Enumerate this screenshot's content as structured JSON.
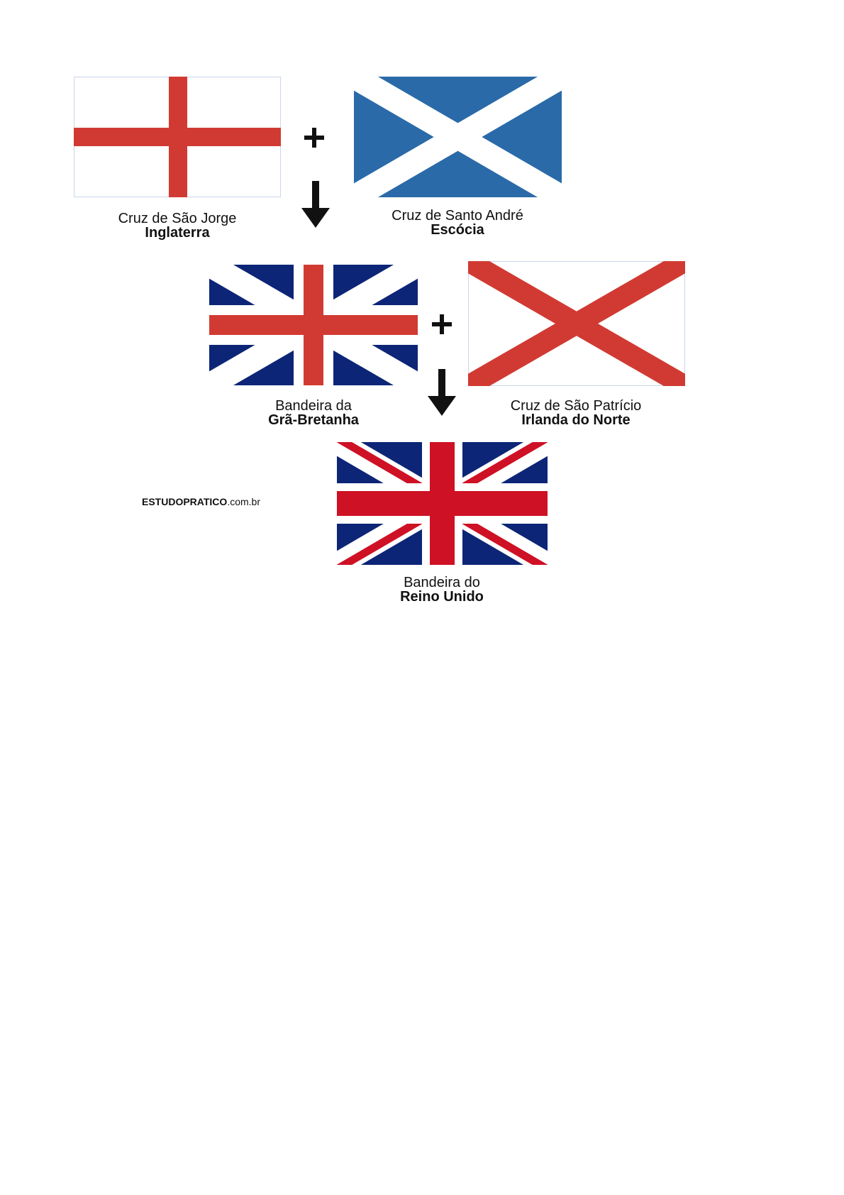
{
  "colors": {
    "red": "#D13A32",
    "saltire_blue": "#2A6AA8",
    "union_blue": "#0C2576",
    "uk_red": "#CE1124",
    "border": "#C9D6E8",
    "text": "#111111"
  },
  "flags": {
    "england": {
      "icon": "st-george-cross-flag-icon",
      "caption_line1": "Cruz de São Jorge",
      "caption_line2": "Inglaterra"
    },
    "scotland": {
      "icon": "st-andrew-saltire-flag-icon",
      "caption_line1": "Cruz de Santo André",
      "caption_line2": "Escócia"
    },
    "great_britain": {
      "icon": "great-britain-flag-icon",
      "caption_line1": "Bandeira da",
      "caption_line2": "Grã-Bretanha"
    },
    "northern_ireland": {
      "icon": "st-patrick-saltire-flag-icon",
      "caption_line1": "Cruz de São Patrício",
      "caption_line2": "Irlanda do Norte"
    },
    "united_kingdom": {
      "icon": "union-jack-flag-icon",
      "caption_line1": "Bandeira do",
      "caption_line2": "Reino Unido"
    }
  },
  "operators": {
    "plus_symbol": "+",
    "arrow_icon": "down-arrow-icon"
  },
  "watermark": {
    "brand": "ESTUDOPRATICO",
    "domain": ".com.br"
  }
}
